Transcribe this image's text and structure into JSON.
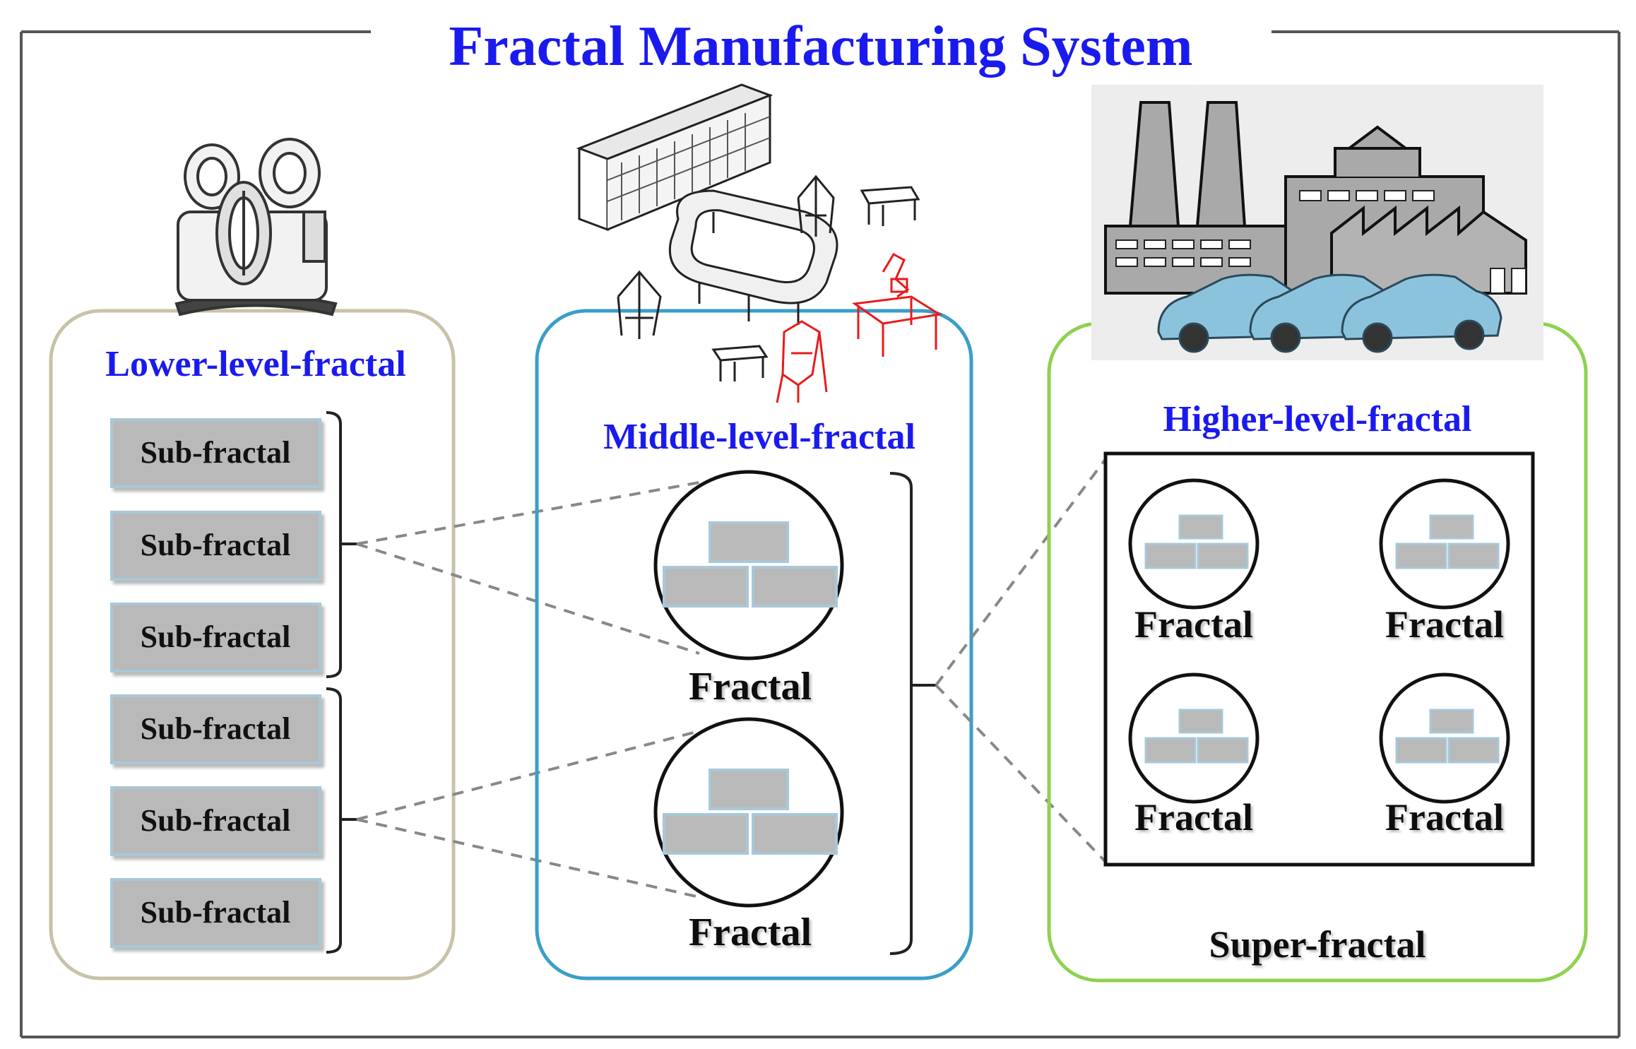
{
  "title": "Fractal Manufacturing System",
  "colors": {
    "title": "#1a1aee",
    "label_blue": "#1a1aee",
    "lower_border": "#c8c2a8",
    "middle_border": "#3a9ec8",
    "higher_border": "#8fd14f",
    "block_fill": "#b9b9b9",
    "icon_red": "#e81b1b",
    "car_blue": "#8cc3dc"
  },
  "lower": {
    "label": "Lower-level-fractal",
    "items": [
      "Sub-fractal",
      "Sub-fractal",
      "Sub-fractal",
      "Sub-fractal",
      "Sub-fractal",
      "Sub-fractal"
    ],
    "icon": "machine-tool-icon"
  },
  "middle": {
    "label": "Middle-level-fractal",
    "items": [
      "Fractal",
      "Fractal"
    ],
    "icon": "production-line-icon"
  },
  "higher": {
    "label": "Higher-level-fractal",
    "items": [
      "Fractal",
      "Fractal",
      "Fractal",
      "Fractal"
    ],
    "caption": "Super-fractal",
    "icon": "factory-icon"
  }
}
